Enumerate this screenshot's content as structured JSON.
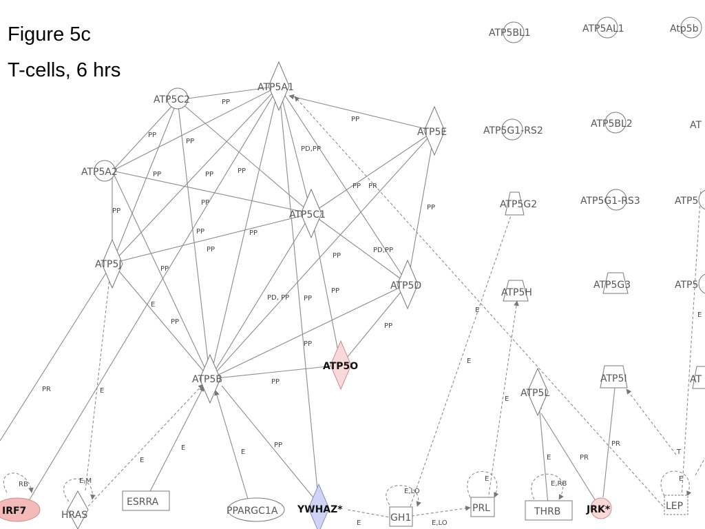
{
  "heading": {
    "line1": "Figure 5c",
    "line2": "T-cells, 6 hrs"
  },
  "colors": {
    "upregulated": "#f8d8d8",
    "irf7": "#f4b9b9",
    "downregulated": "#cfd3f5",
    "edge": "#8a8a8a",
    "node_stroke": "#777777"
  },
  "nodes": [
    {
      "id": "ATP5A1",
      "label": "ATP5A1"
    },
    {
      "id": "ATP5C2",
      "label": "ATP5C2"
    },
    {
      "id": "ATP5E",
      "label": "ATP5E"
    },
    {
      "id": "ATP5A2",
      "label": "ATP5A2"
    },
    {
      "id": "ATP5C1",
      "label": "ATP5C1"
    },
    {
      "id": "ATP5J",
      "label": "ATP5J"
    },
    {
      "id": "ATP5D",
      "label": "ATP5D"
    },
    {
      "id": "ATP5B",
      "label": "ATP5B"
    },
    {
      "id": "ATP5O",
      "label": "ATP5O",
      "highlight": "up"
    },
    {
      "id": "IRF7",
      "label": "IRF7",
      "highlight": "up-strong"
    },
    {
      "id": "HRAS",
      "label": "HRAS"
    },
    {
      "id": "ESRRA",
      "label": "ESRRA"
    },
    {
      "id": "PPARGC1A",
      "label": "PPARGC1A"
    },
    {
      "id": "YWHAZ",
      "label": "YWHAZ*",
      "highlight": "down"
    },
    {
      "id": "GH1",
      "label": "GH1"
    },
    {
      "id": "PRL",
      "label": "PRL"
    },
    {
      "id": "THRB",
      "label": "THRB"
    },
    {
      "id": "JRK",
      "label": "JRK*",
      "highlight": "up"
    },
    {
      "id": "LEP",
      "label": "LEP"
    },
    {
      "id": "ATP5L",
      "label": "ATP5L"
    },
    {
      "id": "ATP5I",
      "label": "ATP5I"
    },
    {
      "id": "ATP5H",
      "label": "ATP5H"
    },
    {
      "id": "ATP5G2",
      "label": "ATP5G2"
    },
    {
      "id": "ATP5G3",
      "label": "ATP5G3"
    },
    {
      "id": "ATP5BL1",
      "label": "ATP5BL1"
    },
    {
      "id": "ATP5AL1",
      "label": "ATP5AL1"
    },
    {
      "id": "Atp5b",
      "label": "Atp5b"
    },
    {
      "id": "ATP5G1RS2",
      "label": "ATP5G1-RS2"
    },
    {
      "id": "ATP5BL2",
      "label": "ATP5BL2"
    },
    {
      "id": "ATP5G1RS3",
      "label": "ATP5G1-RS3"
    },
    {
      "id": "ATP5cut1",
      "label": "AT"
    },
    {
      "id": "ATP5cut2",
      "label": "ATP5"
    },
    {
      "id": "ATP5cut3",
      "label": "ATP5"
    },
    {
      "id": "ATP5cut4",
      "label": "AT"
    }
  ],
  "edge_labels": {
    "pp": "PP",
    "pdpp": "PD,PP",
    "pdpp2": "PD, PP",
    "pr": "PR",
    "e": "E",
    "em": "E,M",
    "rb": "RB",
    "erb": "E,RB",
    "elo": "E,LO",
    "t": "T"
  }
}
